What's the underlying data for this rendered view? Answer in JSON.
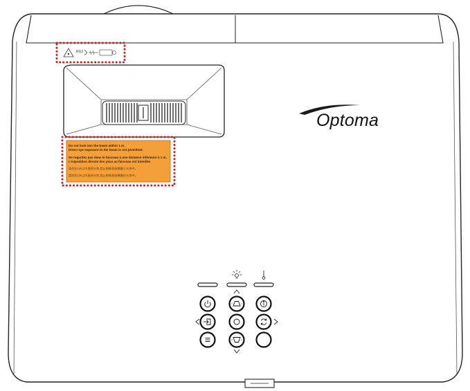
{
  "brand": {
    "name": "Optoma",
    "swoosh_color": "#1a1a1a"
  },
  "laser_label": {
    "class_text": "RG2"
  },
  "warning_label": {
    "background": "#f4a03a",
    "line1": "Do not look into the beam within 1 m.",
    "line2": "Direct eye exposure to the beam is not permitted.",
    "line3": "Ne regardez pas dans le faisceau à une distance inférieure à 1 m.",
    "line4": "L'exposition directe des yeux au faisceau est interdite.",
    "line5": "请勿在1米以内直视光束,禁止眼睛直接暴露于光束中。",
    "line6": "請勿在1米以內直視光束,禁止眼睛直接暴露於光束中。"
  },
  "highlight_color": "#cc1f1f",
  "keypad": {
    "leds": [
      {
        "name": "power-led",
        "icon": "none"
      },
      {
        "name": "lamp-led",
        "icon": "lamp-icon"
      },
      {
        "name": "temp-led",
        "icon": "thermometer-icon"
      }
    ],
    "buttons": [
      {
        "name": "power-button",
        "icon": "power-icon"
      },
      {
        "name": "keystone-up-button",
        "icon": "keystone-up-icon"
      },
      {
        "name": "info-button",
        "icon": "info-icon"
      },
      {
        "name": "source-button",
        "icon": "input-icon"
      },
      {
        "name": "enter-button",
        "icon": "circle-icon"
      },
      {
        "name": "resync-button",
        "icon": "resync-icon"
      },
      {
        "name": "menu-button",
        "icon": "menu-icon"
      },
      {
        "name": "keystone-down-button",
        "icon": "keystone-down-icon"
      },
      {
        "name": "blank-button",
        "icon": "none"
      }
    ]
  }
}
